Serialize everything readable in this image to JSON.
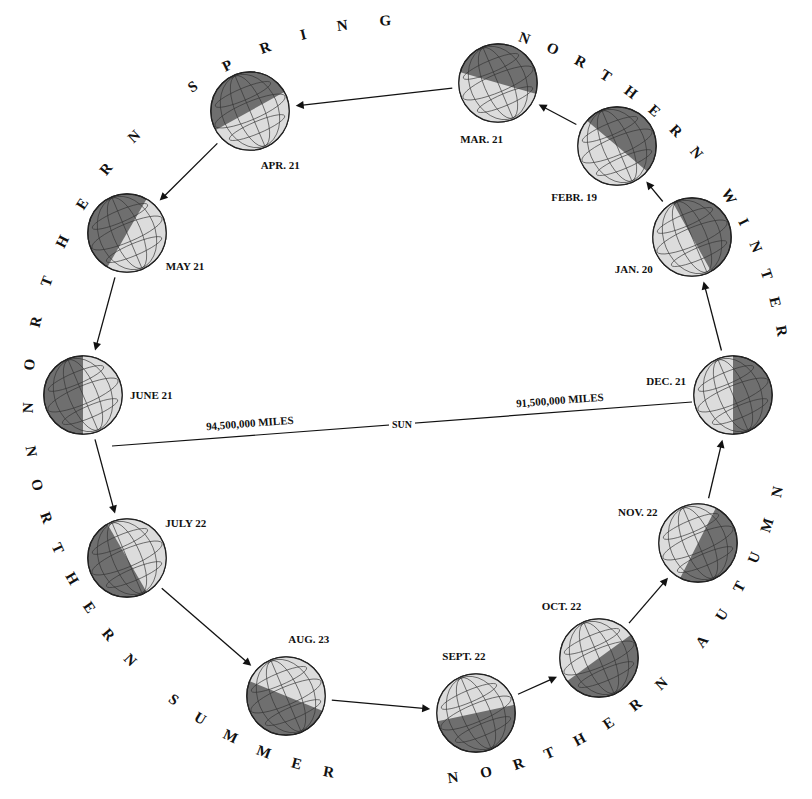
{
  "diagram": {
    "nodes": [
      {
        "text": [
          "MAR. 21"
        ]
      },
      {
        "text": [
          "APR. 21"
        ]
      },
      {
        "text": [
          "MAY 21"
        ]
      },
      {
        "text": [
          "JUNE 21"
        ]
      },
      {
        "text": [
          "JULY 22"
        ]
      },
      {
        "text": [
          "AUG. 23"
        ]
      },
      {
        "text": [
          "SEPT. 22"
        ]
      },
      {
        "text": [
          "OCT. 22"
        ]
      },
      {
        "text": [
          "NOV. 22"
        ]
      },
      {
        "text": [
          "DEC. 21"
        ]
      },
      {
        "text": [
          "JAN. 20"
        ]
      },
      {
        "text": [
          "FEBR. 19"
        ]
      }
    ],
    "edges": [
      {
        "from": 0,
        "to": 1,
        "arrow": "to"
      },
      {
        "from": 1,
        "to": 2,
        "arrow": "to"
      },
      {
        "from": 2,
        "to": 3,
        "arrow": "to"
      },
      {
        "from": 3,
        "to": 4,
        "arrow": "to"
      },
      {
        "from": 4,
        "to": 5,
        "arrow": "to"
      },
      {
        "from": 5,
        "to": 6,
        "arrow": "to"
      },
      {
        "from": 6,
        "to": 7,
        "arrow": "to"
      },
      {
        "from": 7,
        "to": 8,
        "arrow": "to"
      },
      {
        "from": 8,
        "to": 9,
        "arrow": "to"
      },
      {
        "from": 9,
        "to": 10,
        "arrow": "to"
      },
      {
        "from": 10,
        "to": 11,
        "arrow": "to"
      },
      {
        "from": 11,
        "to": 0,
        "arrow": "to"
      }
    ],
    "labels": [
      "NORTHERN SPRING",
      "NORTHERN WINTER",
      "NORTHERN AUTUMN",
      "NORTHERN SUMMER",
      "94,500,000 MILES",
      "SUN",
      "91,500,000 MILES"
    ]
  }
}
